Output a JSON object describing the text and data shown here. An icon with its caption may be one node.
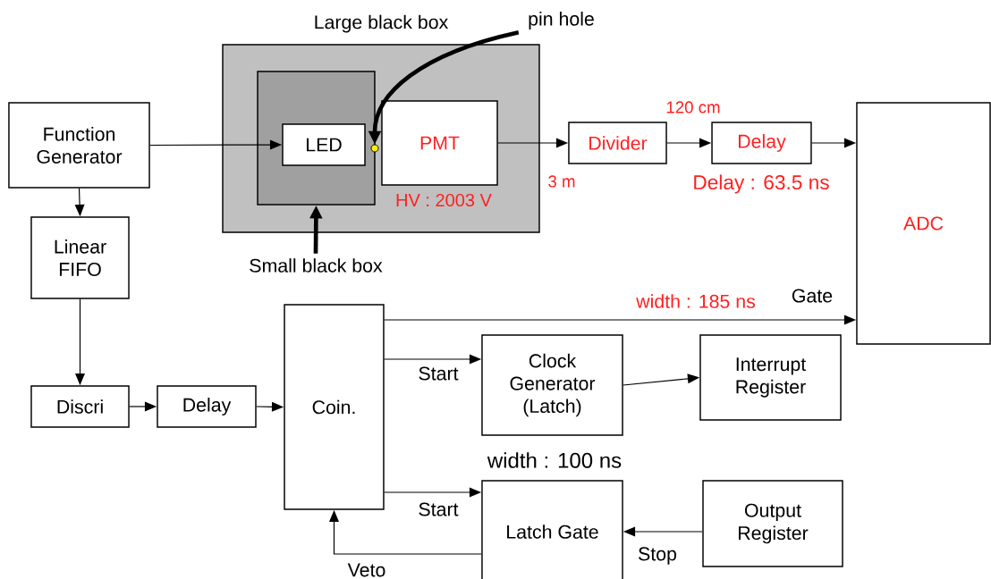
{
  "diagram": {
    "nodes": [
      {
        "text": [
          "Function Generator"
        ]
      },
      {
        "text": [
          "Large black box"
        ]
      },
      {
        "text": [],
        "shape": "box",
        "in": 1
      },
      {
        "text": [
          "LED"
        ],
        "in": 2
      },
      {
        "text": [],
        "shape": "circle",
        "in": 1
      },
      {
        "text": [
          "PMT"
        ],
        "beside": [
          "HV : 2003 V"
        ],
        "in": 1
      },
      {
        "text": [
          "pin hole"
        ]
      },
      {
        "text": [
          "Small black box"
        ]
      },
      {
        "text": [
          "Divider"
        ]
      },
      {
        "text": [
          "Delay"
        ],
        "beside": [
          "Delay : 63.5 ns"
        ]
      },
      {
        "text": [
          "ADC"
        ]
      },
      {
        "text": [
          "Linear FIFO"
        ]
      },
      {
        "text": [
          "Discri"
        ]
      },
      {
        "text": [
          "Delay"
        ]
      },
      {
        "text": [
          "Coin."
        ]
      },
      {
        "text": [
          "Clock Generator (Latch)"
        ]
      },
      {
        "text": [
          "Interrupt Register"
        ]
      },
      {
        "text": [
          "Latch Gate"
        ],
        "beside": [
          "width : 100 ns"
        ]
      },
      {
        "text": [
          "Output Register"
        ]
      }
    ],
    "edges": [
      {
        "from": 0,
        "to": 3,
        "arrow": "to"
      },
      {
        "from": 0,
        "to": 11,
        "arrow": "to"
      },
      {
        "from": 11,
        "to": 12,
        "arrow": "to"
      },
      {
        "from": 12,
        "to": 13,
        "arrow": "to"
      },
      {
        "from": 13,
        "to": 14,
        "arrow": "to"
      },
      {
        "from": 5,
        "to": 8,
        "arrow": "to",
        "label": "3 m"
      },
      {
        "from": 8,
        "to": 9,
        "arrow": "to",
        "label": "120 cm"
      },
      {
        "from": 9,
        "to": 10,
        "arrow": "to"
      },
      {
        "from": 14,
        "to": 10,
        "arrow": "to",
        "label": "width : 185 ns"
      },
      {
        "from": 14,
        "to": 15,
        "arrow": "to",
        "label": "Start"
      },
      {
        "from": 15,
        "to": 16,
        "arrow": "to"
      },
      {
        "from": 14,
        "to": 17,
        "arrow": "to",
        "label": "Start"
      },
      {
        "from": 18,
        "to": 17,
        "arrow": "to",
        "label": "Stop"
      },
      {
        "from": 17,
        "to": 14,
        "arrow": "to",
        "label": "Veto"
      },
      {
        "from": 6,
        "to": 4,
        "arrow": "to",
        "style": "thick"
      },
      {
        "from": 7,
        "to": 2,
        "arrow": "to",
        "style": "thick"
      }
    ],
    "labels": [
      "Gate"
    ]
  }
}
